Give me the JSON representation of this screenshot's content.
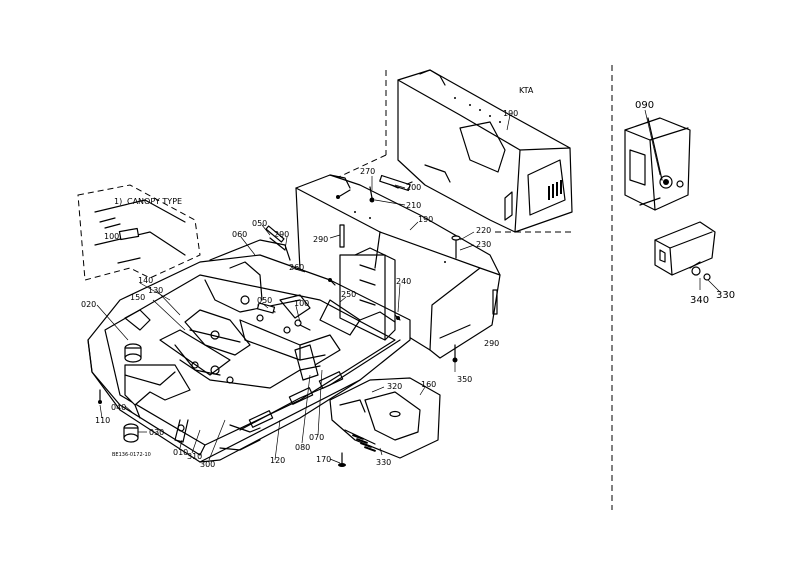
{
  "labels": {
    "kta": "KTA",
    "canopy": "CANOPY TYPE",
    "canopy_mark": "1)",
    "drawing_no": "BE136-0172-10",
    "p090_top": "090",
    "p190_a": "190",
    "p190_b": "190",
    "p270": "270",
    "p200": "200",
    "p210": "210",
    "p220": "220",
    "p230": "230",
    "p290_a": "290",
    "p290_b": "290",
    "p290_c": "290",
    "p050_a": "050",
    "p050_b": "050",
    "p060": "060",
    "p100_a": "100",
    "p100_b": "100",
    "p260": "260",
    "p250": "250",
    "p240": "240",
    "p140": "140",
    "p130": "130",
    "p150": "150",
    "p020": "020",
    "p350": "350",
    "p320": "320",
    "p160": "160",
    "p110": "110",
    "p040": "040",
    "p030": "030",
    "p010": "010",
    "p310": "310",
    "p300": "300",
    "p120": "120",
    "p080": "080",
    "p070": "070",
    "p170": "170",
    "p330_a": "330",
    "p330_b": "330",
    "p340": "340"
  },
  "colors": {
    "ink": "#000000",
    "paper": "#ffffff"
  }
}
